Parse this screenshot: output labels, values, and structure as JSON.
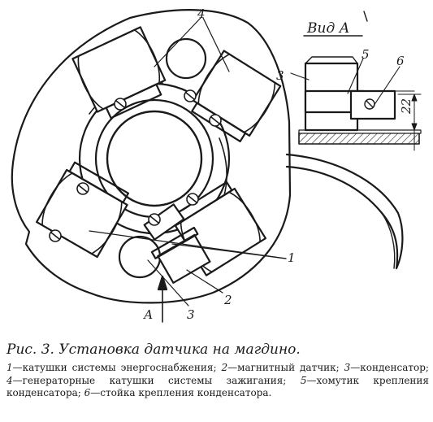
{
  "figure": {
    "view_label": "Вид А",
    "arrow_label": "А",
    "dimension_label": "22",
    "callouts": {
      "c1": "1",
      "c2": "2",
      "c3_main": "3",
      "c3_view": "3",
      "c4": "4",
      "c5": "5",
      "c6": "6"
    }
  },
  "caption": {
    "title": "Рис. 3. Установка датчика на магдино.",
    "legend": [
      {
        "num": "1",
        "text": "—катушки системы энергоснабжения;"
      },
      {
        "num": "2",
        "text": "—магнитный датчик;"
      },
      {
        "num": "3",
        "text": "—конденсатор;"
      },
      {
        "num": "4",
        "text": "—генераторные катушки системы зажигания;"
      },
      {
        "num": "5",
        "text": "—хомутик крепления конденсатора;"
      },
      {
        "num": "6",
        "text": "—стойка крепления конденсатора."
      }
    ]
  },
  "colors": {
    "ink": "#1a1a1a",
    "paper": "#ffffff"
  }
}
